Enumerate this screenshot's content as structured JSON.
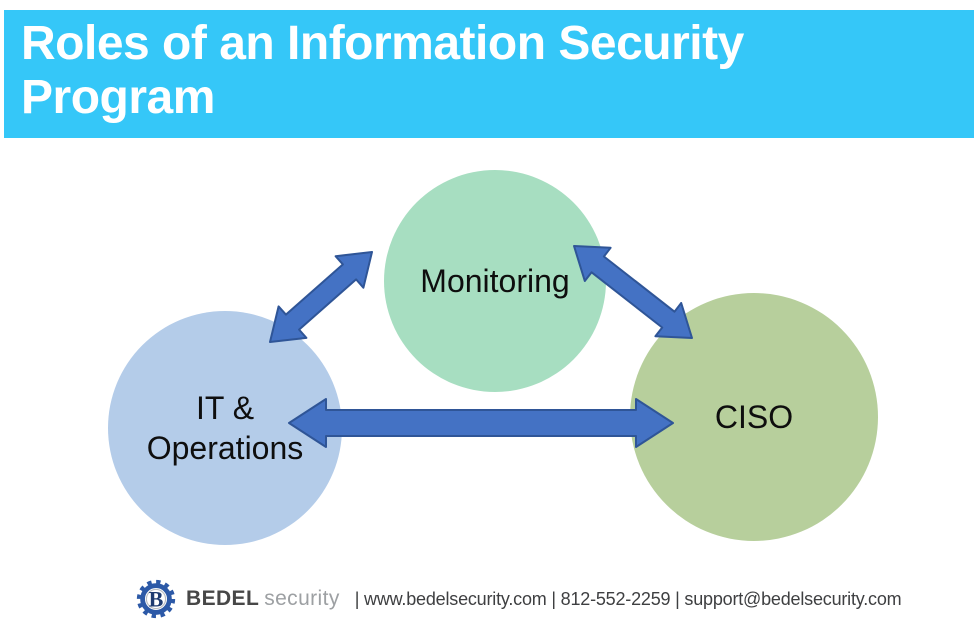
{
  "header": {
    "title_line1": "Roles of an Information Security",
    "title_line2": "Program"
  },
  "diagram": {
    "nodes": [
      {
        "id": "monitoring",
        "label": "Monitoring",
        "color": "#A7DEC1"
      },
      {
        "id": "it-operations",
        "label": "IT &\nOperations",
        "color": "#B4CCE9"
      },
      {
        "id": "ciso",
        "label": "CISO",
        "color": "#B7CF9C"
      }
    ],
    "connections": [
      {
        "from": "it-operations",
        "to": "monitoring",
        "style": "double-headed-arrow"
      },
      {
        "from": "monitoring",
        "to": "ciso",
        "style": "double-headed-arrow"
      },
      {
        "from": "it-operations",
        "to": "ciso",
        "style": "double-headed-arrow"
      }
    ],
    "arrow_fill": "#4472C4",
    "arrow_stroke": "#2F5597"
  },
  "footer": {
    "logo_letter": "B",
    "brand_bold": "BEDEL",
    "brand_light": "security",
    "info": "| www.bedelsecurity.com | 812-552-2259 | support@bedelsecurity.com"
  },
  "colors": {
    "banner_background": "#35C7F8",
    "banner_text": "#FFFFFF",
    "logo_blue": "#2C59A7",
    "logo_letter_navy": "#1E3B70"
  }
}
